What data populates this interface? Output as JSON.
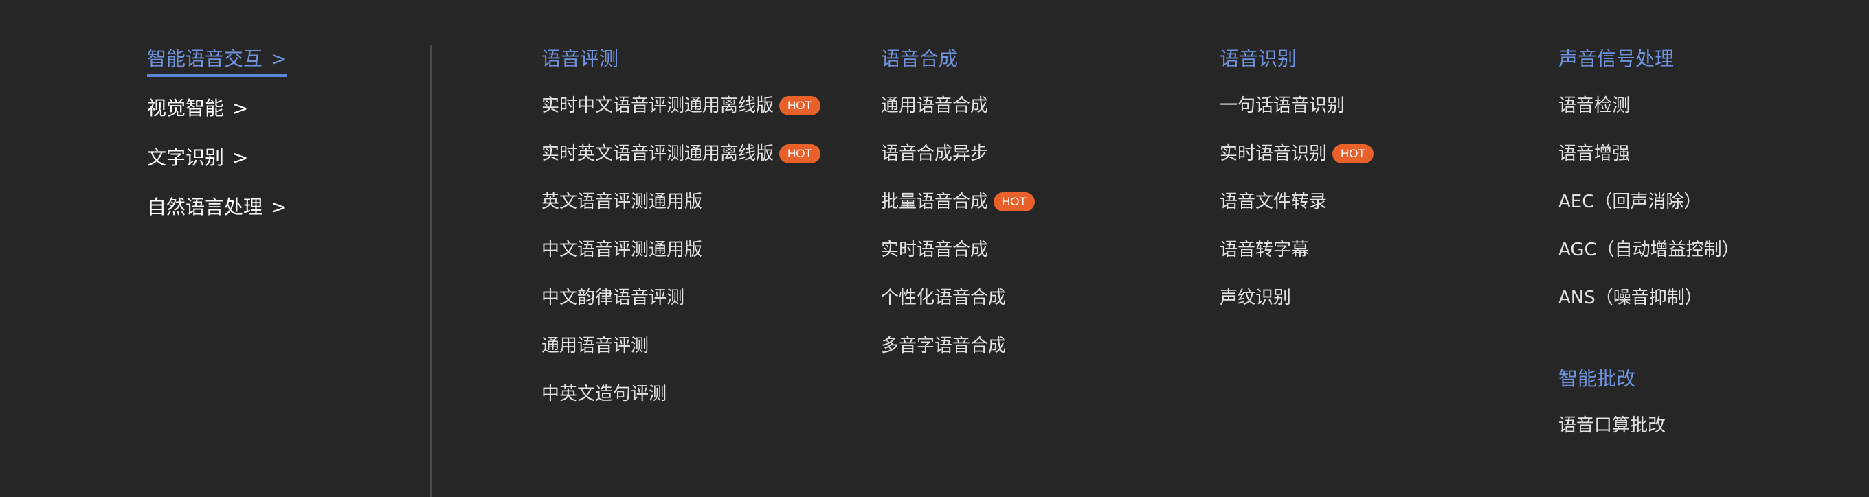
{
  "sidebar": {
    "items": [
      {
        "label": "智能语音交互",
        "chevron": ">"
      },
      {
        "label": "视觉智能",
        "chevron": ">"
      },
      {
        "label": "文字识别",
        "chevron": ">"
      },
      {
        "label": "自然语言处理",
        "chevron": ">"
      }
    ]
  },
  "hot_label": "HOT",
  "colors": {
    "background": "#262626",
    "accent": "#6f93de",
    "hot_badge": "#e8602a"
  },
  "columns": [
    {
      "title": "语音评测",
      "items": [
        {
          "label": "实时中文语音评测通用离线版",
          "hot": true
        },
        {
          "label": "实时英文语音评测通用离线版",
          "hot": true
        },
        {
          "label": "英文语音评测通用版",
          "hot": false
        },
        {
          "label": "中文语音评测通用版",
          "hot": false
        },
        {
          "label": "中文韵律语音评测",
          "hot": false
        },
        {
          "label": "通用语音评测",
          "hot": false
        },
        {
          "label": "中英文造句评测",
          "hot": false
        }
      ]
    },
    {
      "title": "语音合成",
      "items": [
        {
          "label": "通用语音合成",
          "hot": false
        },
        {
          "label": "语音合成异步",
          "hot": false
        },
        {
          "label": "批量语音合成",
          "hot": true
        },
        {
          "label": "实时语音合成",
          "hot": false
        },
        {
          "label": "个性化语音合成",
          "hot": false
        },
        {
          "label": "多音字语音合成",
          "hot": false
        }
      ]
    },
    {
      "title": "语音识别",
      "items": [
        {
          "label": "一句话语音识别",
          "hot": false
        },
        {
          "label": "实时语音识别",
          "hot": true
        },
        {
          "label": "语音文件转录",
          "hot": false
        },
        {
          "label": "语音转字幕",
          "hot": false
        },
        {
          "label": "声纹识别",
          "hot": false
        }
      ]
    },
    {
      "title": "声音信号处理",
      "items": [
        {
          "label": "语音检测",
          "hot": false
        },
        {
          "label": "语音增强",
          "hot": false
        },
        {
          "label": "AEC（回声消除）",
          "hot": false
        },
        {
          "label": "AGC（自动增益控制）",
          "hot": false
        },
        {
          "label": "ANS（噪音抑制）",
          "hot": false
        }
      ],
      "sub_title": "智能批改",
      "sub_items": [
        {
          "label": "语音口算批改",
          "hot": false
        }
      ]
    }
  ]
}
